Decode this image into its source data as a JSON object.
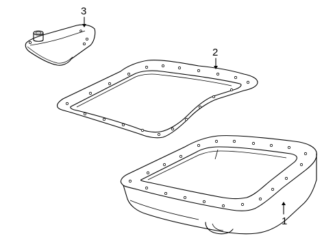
{
  "diagram": {
    "callouts": [
      {
        "id": "filter",
        "label": "3"
      },
      {
        "id": "gasket",
        "label": "2"
      },
      {
        "id": "pan",
        "label": "1"
      }
    ],
    "parts": [
      "filter-icon",
      "gasket-icon",
      "oil-pan-icon"
    ],
    "colors": {
      "line": "#000000",
      "background": "#ffffff"
    }
  }
}
